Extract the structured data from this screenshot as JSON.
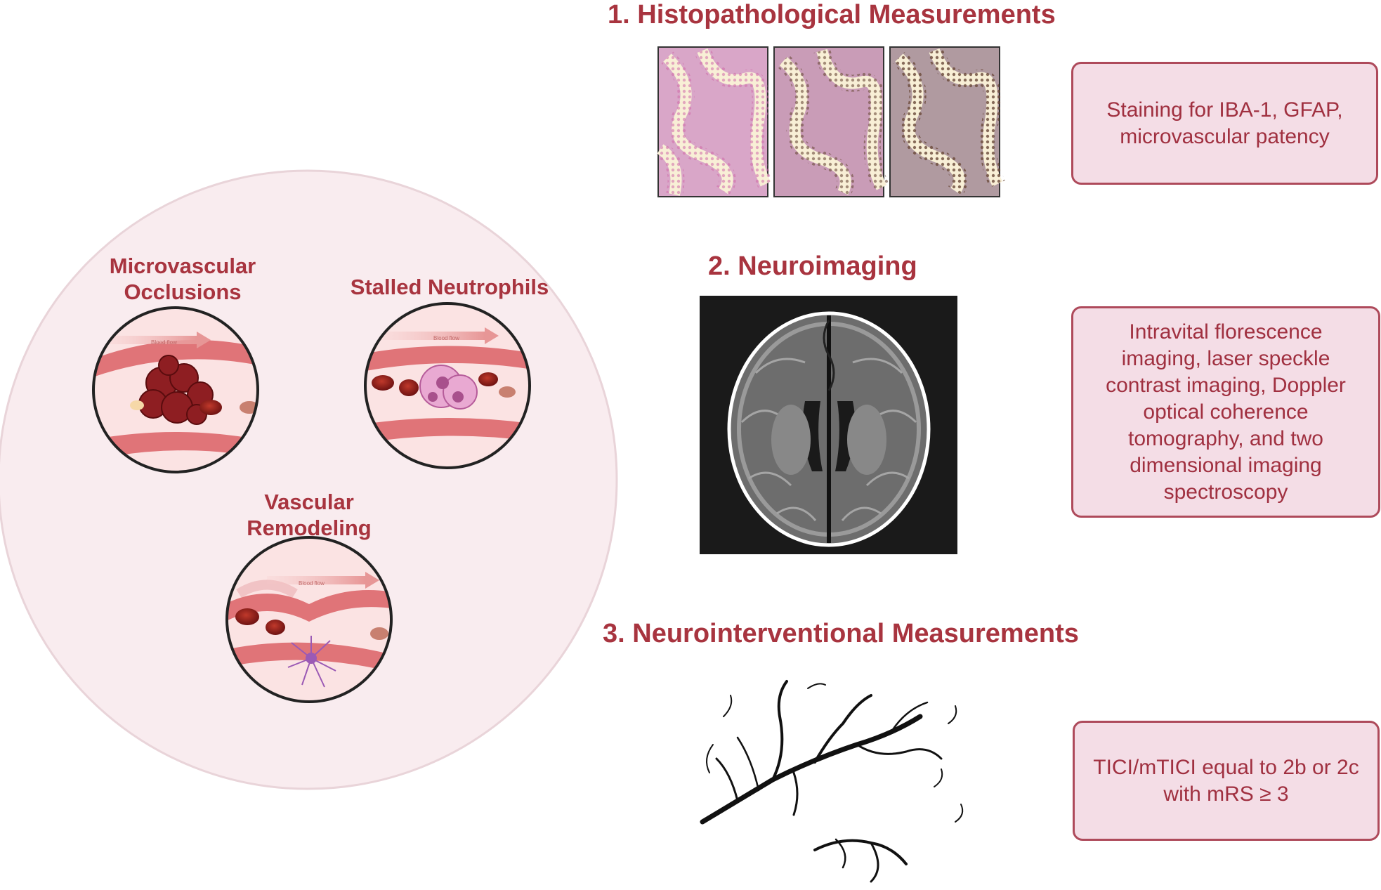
{
  "big_circle": {
    "microvascular_occlusions": [
      "Microvascular",
      "Occlusions"
    ],
    "stalled_neutrophils": "Stalled Neutrophils",
    "vascular_remodeling": [
      "Vascular",
      "Remodeling"
    ],
    "blood_flow_label": "Blood flow"
  },
  "sections": [
    {
      "heading": "1.  Histopathological Measurements",
      "box_text": "Staining for IBA-1, GFAP, microvascular patency"
    },
    {
      "heading": "2.  Neuroimaging",
      "box_text": "Intravital florescence imaging, laser speckle contrast imaging, Doppler optical coherence tomography, and two dimensional imaging spectroscopy"
    },
    {
      "heading": "3.  Neurointerventional Measurements",
      "box_text": "TICI/mTICI equal to 2b or 2c with mRS ≥ 3"
    }
  ],
  "colors": {
    "accent": "#a8343f",
    "box_fill": "#f4dde6",
    "box_border": "#ae4a5b",
    "circle_fill": "#f9ecef"
  }
}
